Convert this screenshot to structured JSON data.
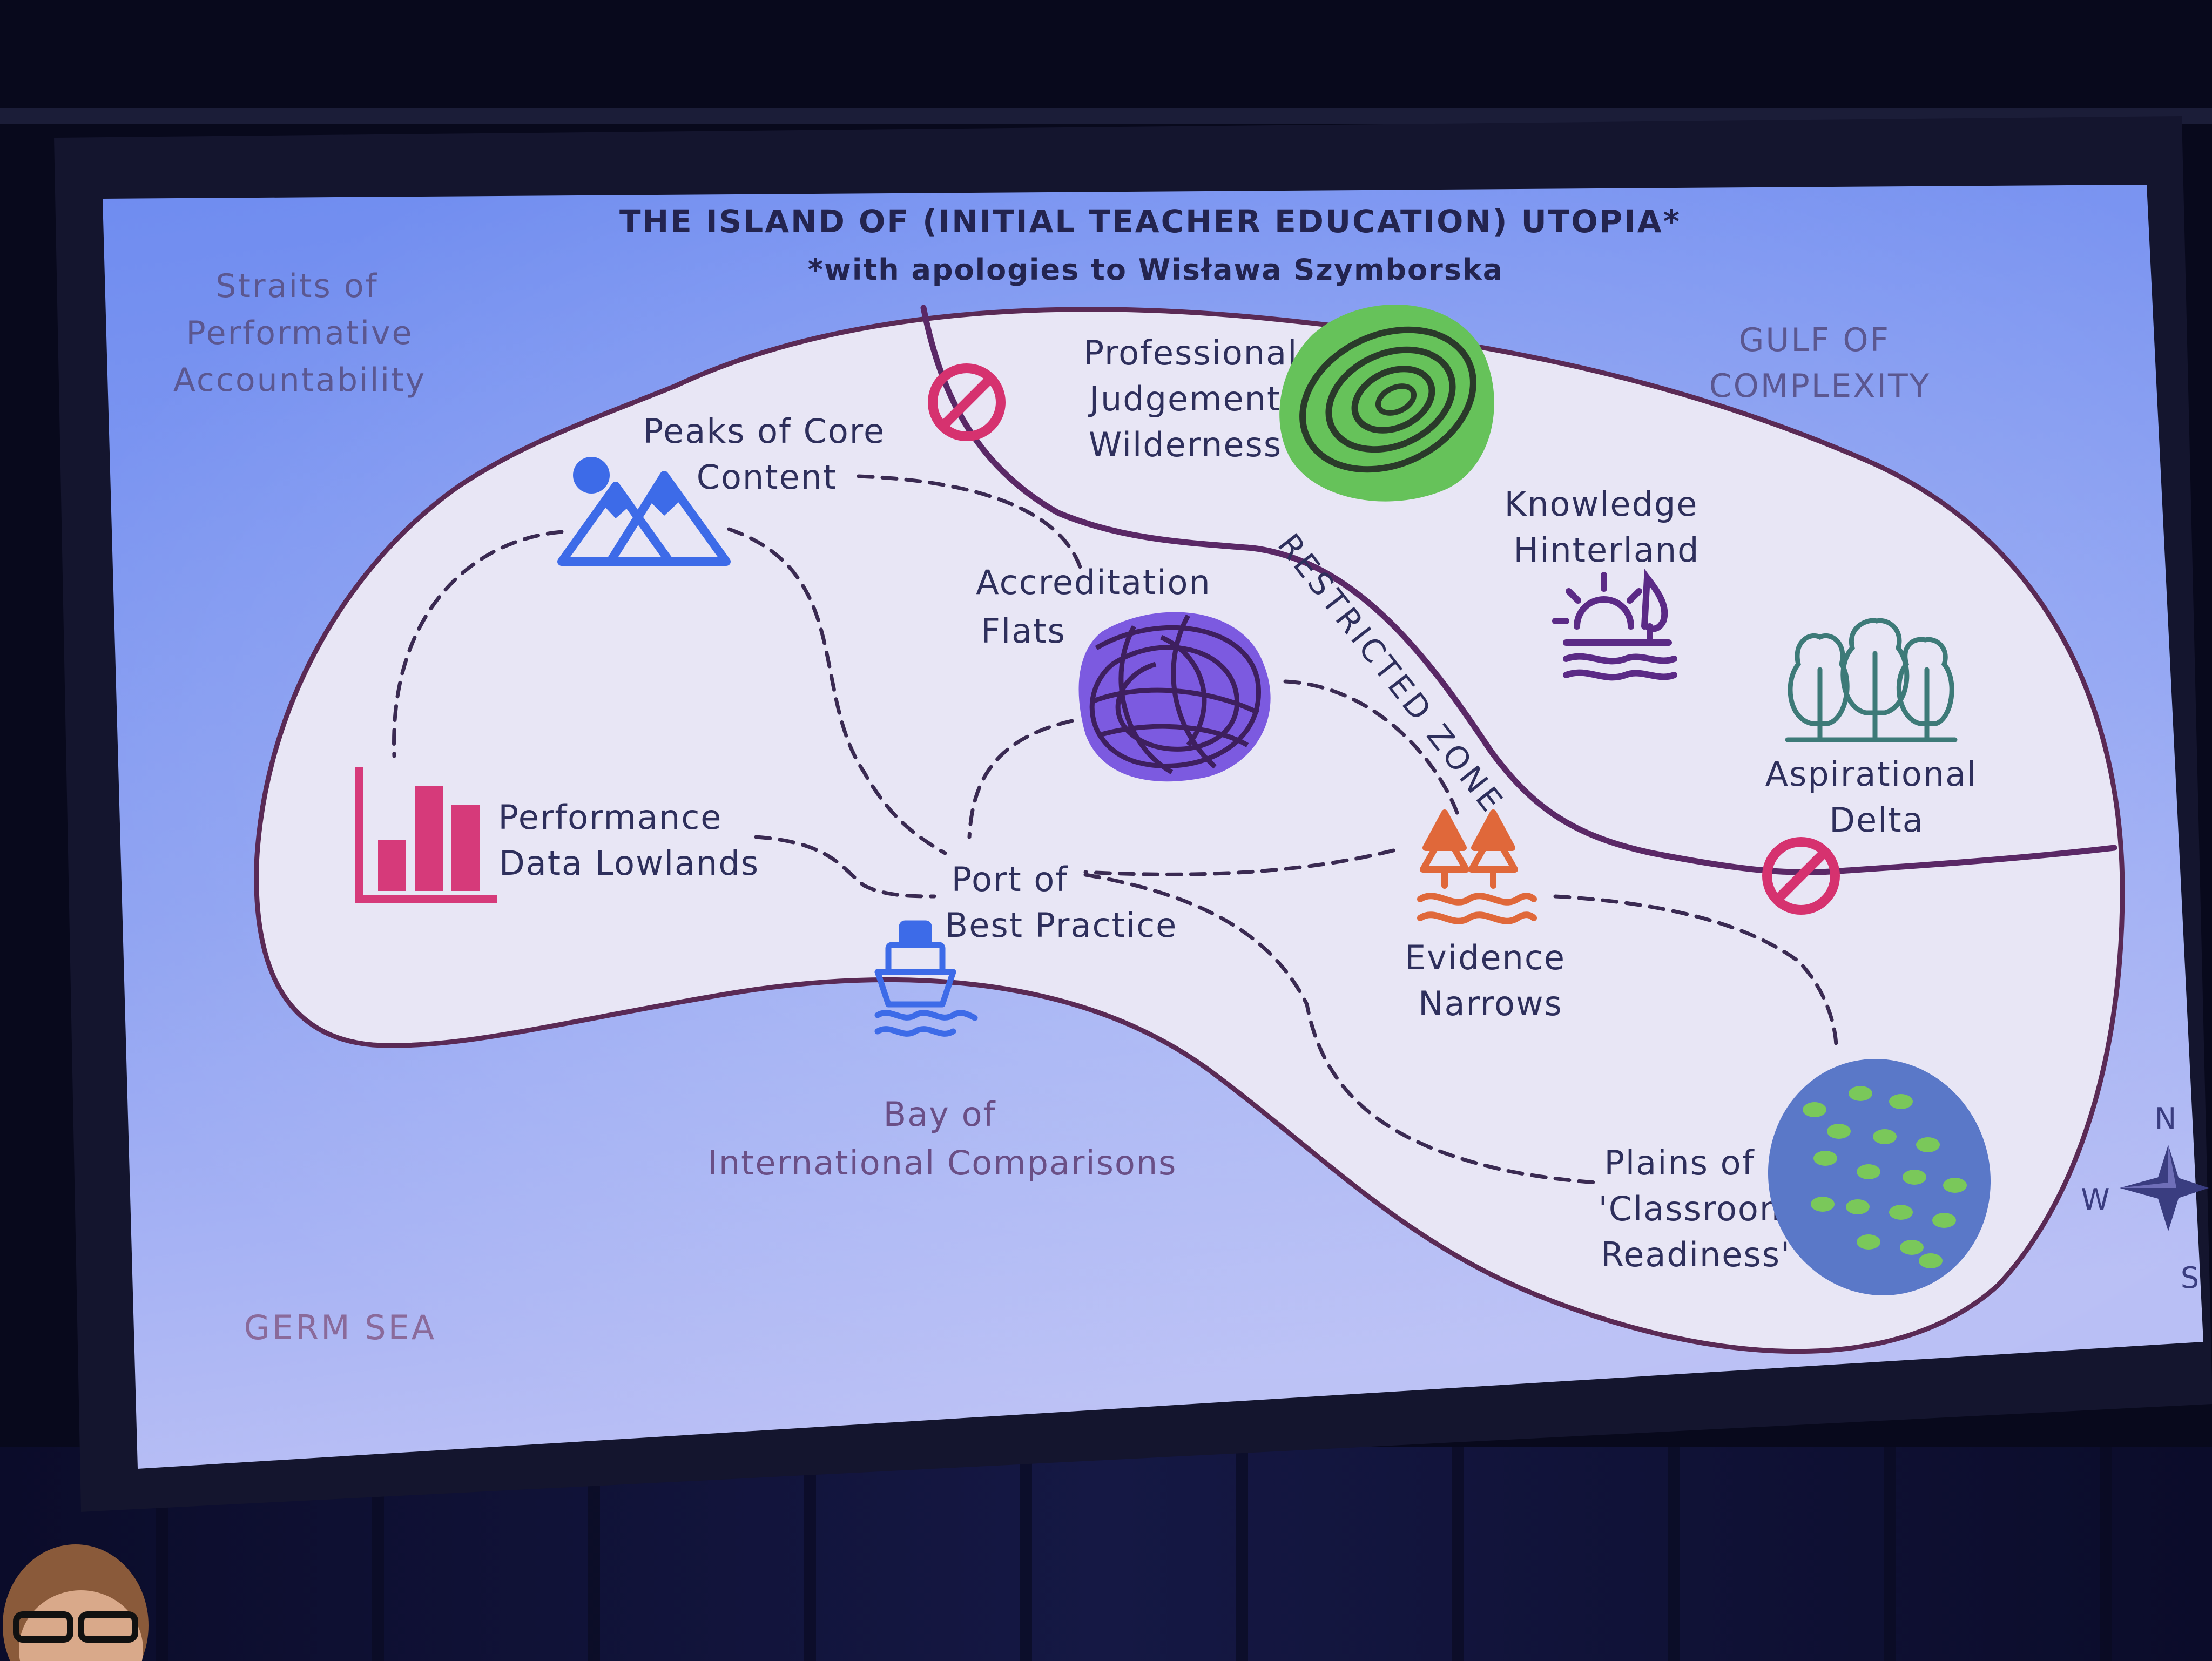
{
  "title": "THE ISLAND OF (INITIAL TEACHER EDUCATION) UTOPIA*",
  "subtitle": "*with apologies to Wisława Szymborska",
  "seas": {
    "straits": [
      "Straits of",
      "Performative",
      "Accountability"
    ],
    "gulf": [
      "GULF OF",
      "COMPLEXITY"
    ],
    "bay": [
      "Bay of",
      "International Comparisons"
    ],
    "germ_sea": "GERM SEA"
  },
  "places": {
    "peaks": [
      "Peaks of Core",
      "Content"
    ],
    "wilderness": [
      "Professional",
      "Judgement",
      "Wilderness"
    ],
    "knowledge": [
      "Knowledge",
      "Hinterland"
    ],
    "accreditation": [
      "Accreditation",
      "Flats"
    ],
    "performance": [
      "Performance",
      "Data Lowlands"
    ],
    "port": [
      "Port of",
      "Best Practice"
    ],
    "evidence": [
      "Evidence",
      "Narrows"
    ],
    "aspirational": [
      "Aspirational",
      "Delta"
    ],
    "plains": [
      "Plains of",
      "'Classroom",
      "Readiness'"
    ]
  },
  "restricted_zone": "RESTRICTED ZONE",
  "compass": {
    "n": "N",
    "w": "W",
    "s": "S"
  },
  "icons": {
    "mountains": "mountains-icon",
    "contour": "contour-blob-icon",
    "scribble": "scribble-blob-icon",
    "bar_chart": "bar-chart-icon",
    "ship": "ship-icon",
    "trees_waves": "trees-waves-icon",
    "sunrise_tree": "sunrise-tree-icon",
    "trees": "trees-icon",
    "dotted_oval": "dotted-oval-icon",
    "no_entry": "no-entry-icon",
    "compass": "compass-rose-icon"
  },
  "colors": {
    "screen_top": "#6f8cf0",
    "screen_bottom": "#a7b3f4",
    "island": "#e8e6f5",
    "coast": "#5a2a55",
    "restricted_line": "#5a2866",
    "no_entry": "#d6326f",
    "wilderness_green": "#66c25a",
    "scribble_purple": "#5b2a86",
    "chart_pink": "#d63a7a",
    "evidence_orange": "#e0683a",
    "mountains_blue": "#3d6be8",
    "delta_teal": "#3d7a78",
    "plains_blue": "#5a78c8"
  }
}
